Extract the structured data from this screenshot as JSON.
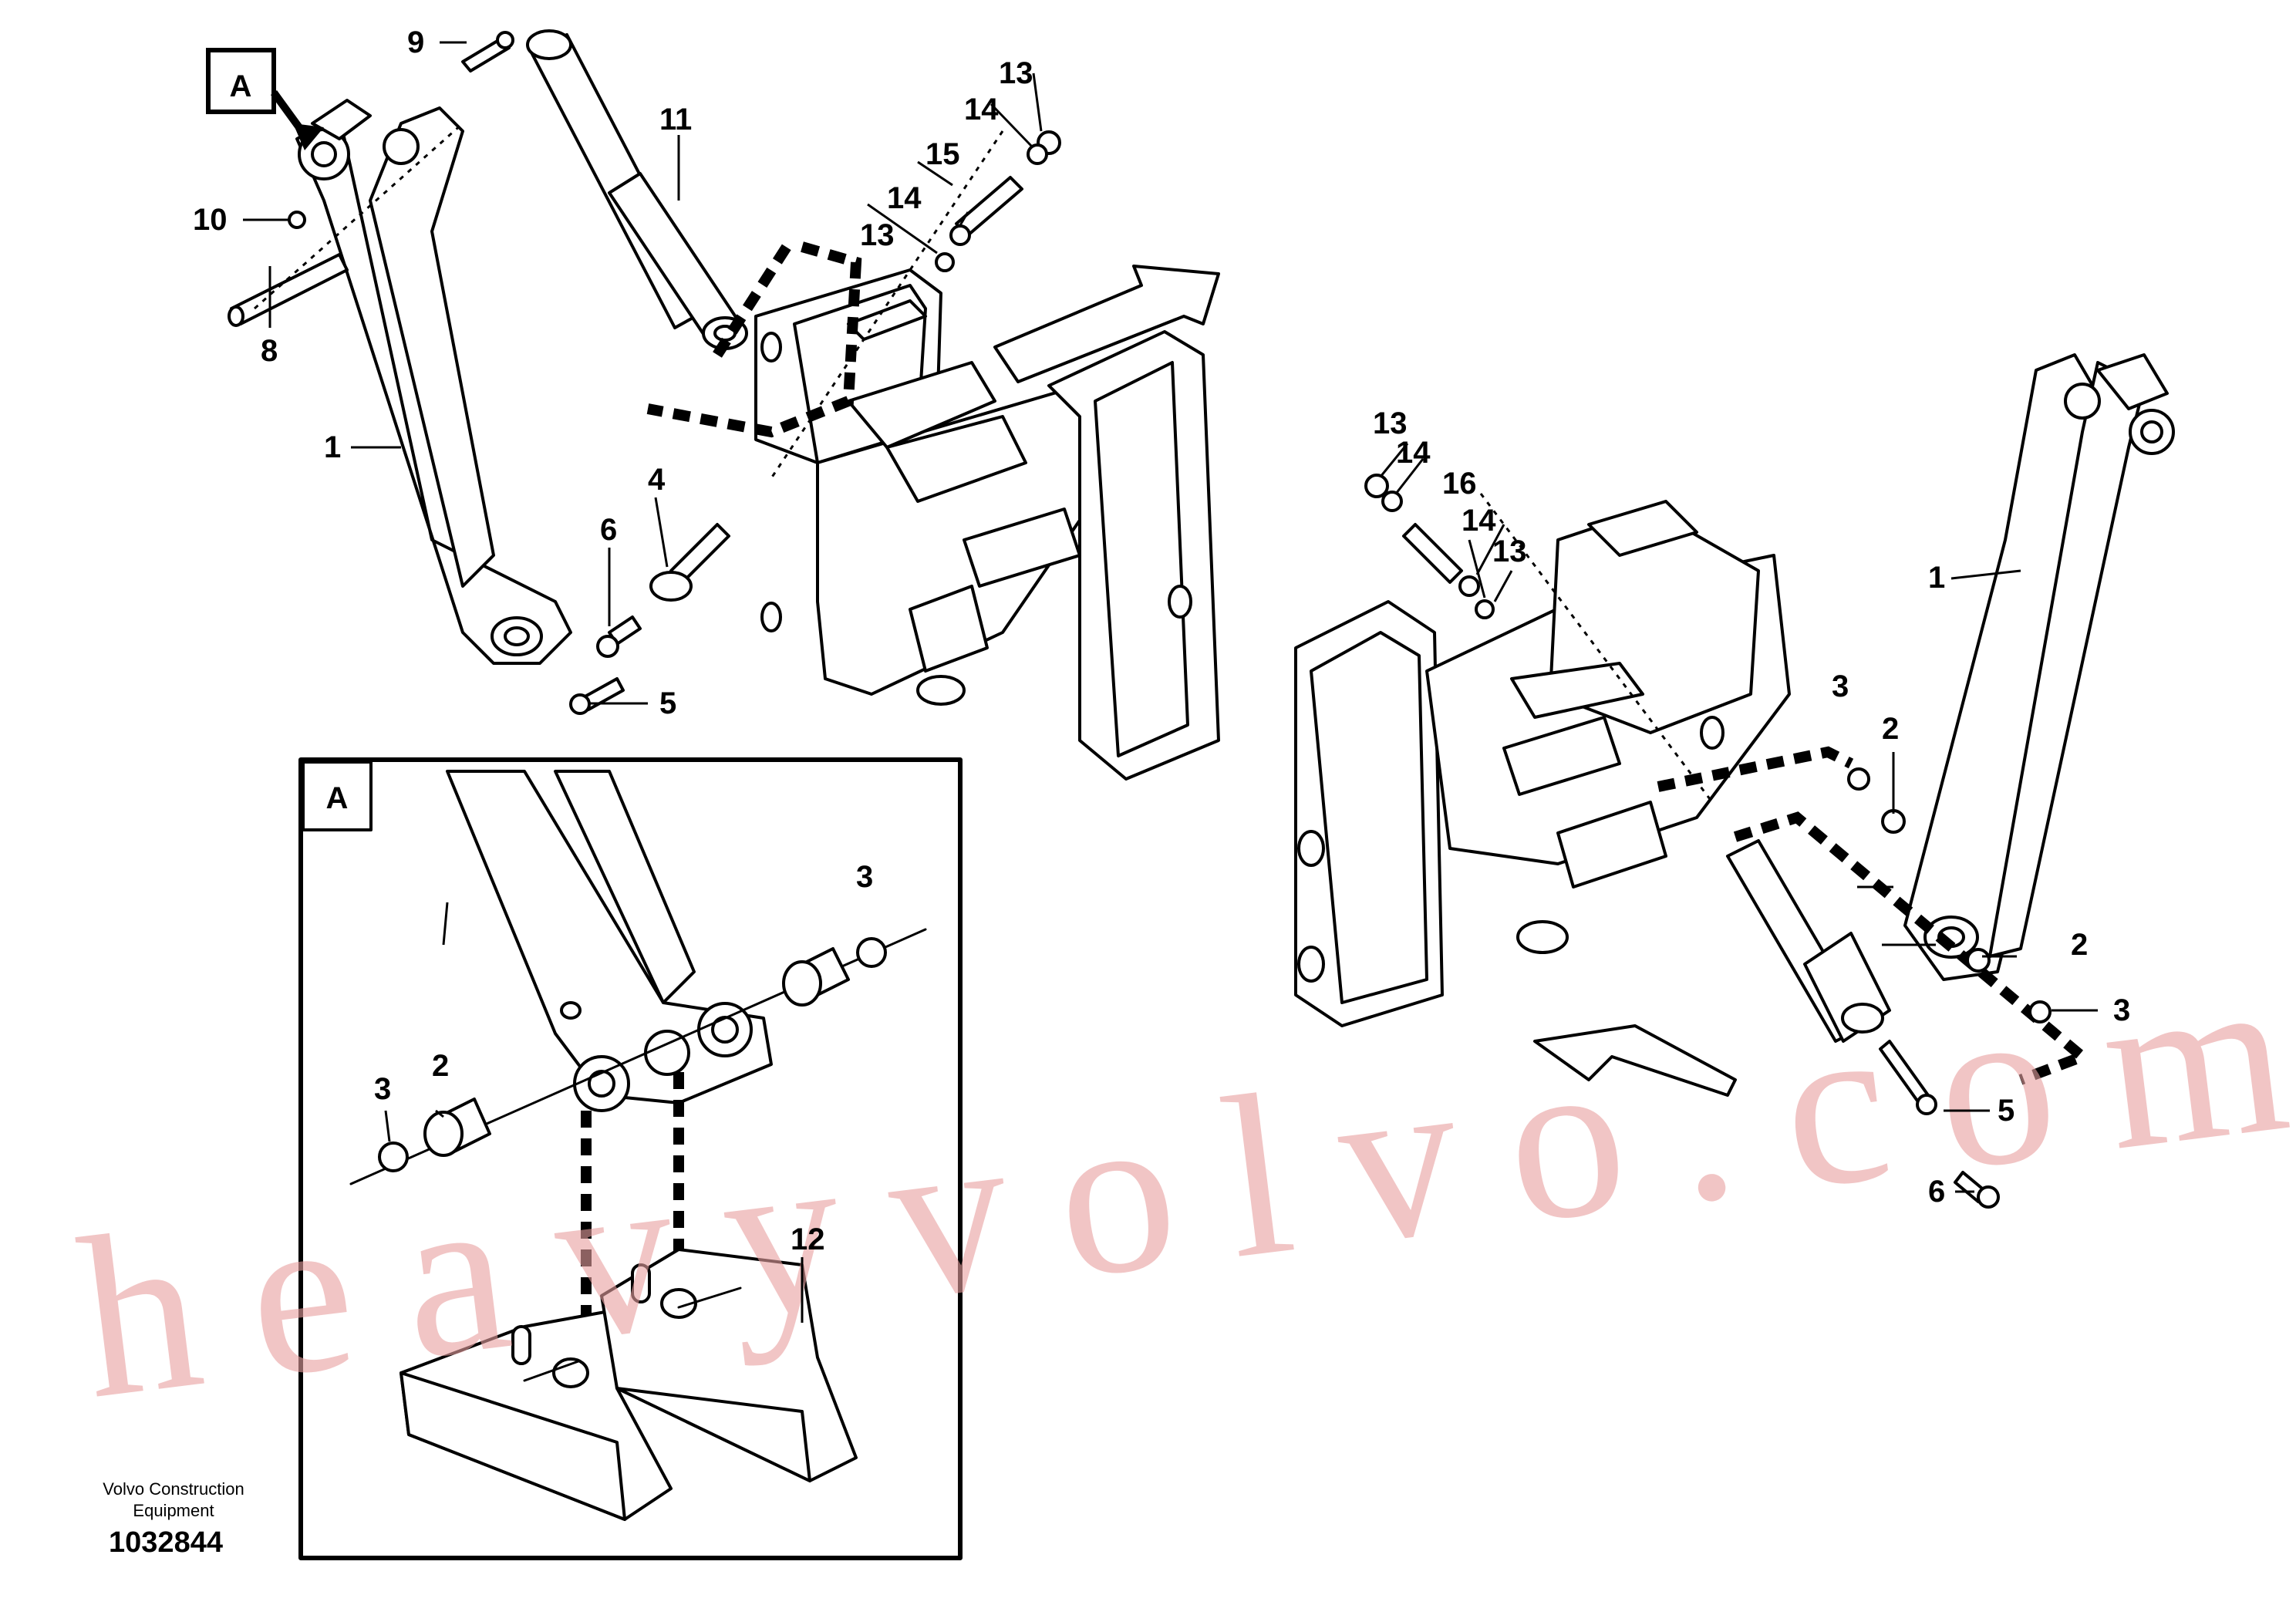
{
  "callouts": {
    "c1_left": "1",
    "c1_right": "1",
    "c2_right_a": "2",
    "c2_right_b": "2",
    "c2_detail": "2",
    "c3_right_a": "3",
    "c3_right_b": "3",
    "c3_detail_a": "3",
    "c3_detail_b": "3",
    "c4": "4",
    "c5_left": "5",
    "c5_right": "5",
    "c6_left": "6",
    "c6_right": "6",
    "c8": "8",
    "c9": "9",
    "c10": "10",
    "c11": "11",
    "c12": "12",
    "c13_a": "13",
    "c13_b": "13",
    "c13_c": "13",
    "c13_d": "13",
    "c14_a": "14",
    "c14_b": "14",
    "c14_c": "14",
    "c14_d": "14",
    "c15": "15",
    "c16": "16"
  },
  "detail_labels": {
    "main": "A",
    "inset": "A"
  },
  "watermark": "heavyvolvo.com",
  "credit": {
    "line1": "Volvo Construction",
    "line2": "Equipment"
  },
  "document_number": "1032844"
}
